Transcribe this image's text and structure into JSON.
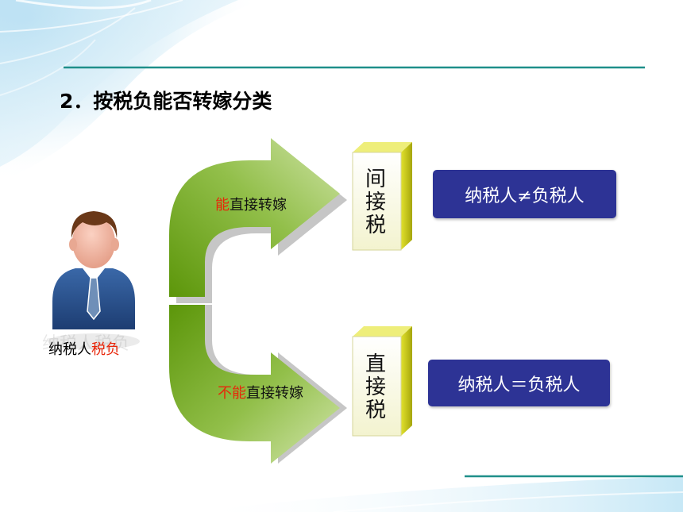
{
  "title": "2．按税负能否转嫁分类",
  "person": {
    "caption_prefix": "纳税人",
    "caption_highlight": "税负"
  },
  "branches": [
    {
      "arrow_label_highlight": "能",
      "arrow_label_rest": "直接转嫁",
      "tax_type": "间接税",
      "relation": "纳税人≠负税人"
    },
    {
      "arrow_label_highlight": "不能",
      "arrow_label_rest": "直接转嫁",
      "tax_type": "直接税",
      "relation": "纳税人＝负税人"
    }
  ],
  "colors": {
    "highlight": "#e8260a",
    "relation_box": "#2d3395",
    "arrow_dark": "#5f9a0c",
    "arrow_light": "#c9e0a0",
    "box_face": "#fbfbe4",
    "box_side": "#c4c412",
    "rule": "#1f8f8a"
  }
}
